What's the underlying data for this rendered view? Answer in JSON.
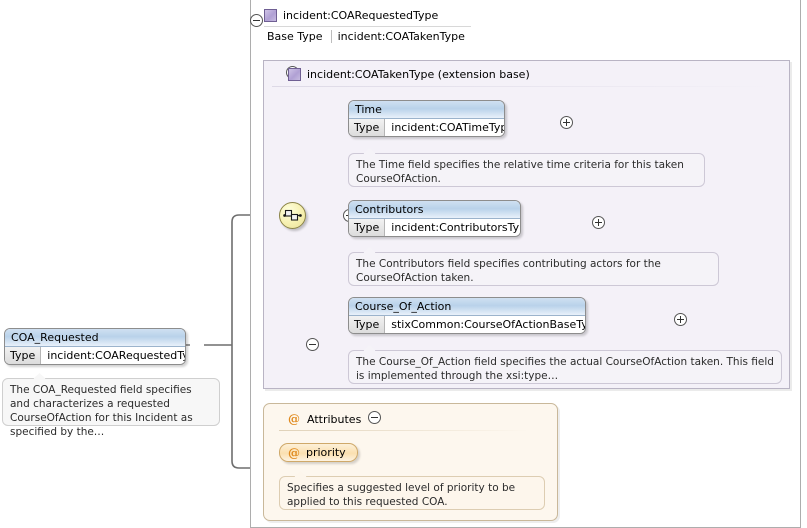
{
  "diagram": {
    "kind": "xsd-schema-tree",
    "root_element": {
      "name": "COA_Requested",
      "type_label": "Type",
      "type_value": "incident:COARequestedType",
      "toggle": "minus",
      "doc": "The COA_Requested field specifies and characterizes a requested CourseOfAction for this Incident as specified by the…"
    },
    "outer_panel": {
      "title": "incident:COARequestedType",
      "icon": "complextype-icon",
      "toggle": "minus",
      "base_type_label": "Base Type",
      "base_type_value": "incident:COATakenType"
    },
    "inner_panel": {
      "title": "incident:COATakenType (extension base)",
      "icon": "complextype-icon",
      "toggle": "minus"
    },
    "compositor": {
      "name": "sequence",
      "toggle": "minus"
    },
    "children": [
      {
        "name": "Time",
        "type_label": "Type",
        "type_value": "incident:COATimeType",
        "toggle": "plus",
        "doc": "The Time field specifies the relative time criteria for this taken CourseOfAction."
      },
      {
        "name": "Contributors",
        "type_label": "Type",
        "type_value": "incident:ContributorsType",
        "toggle": "plus",
        "doc": "The Contributors field specifies contributing actors for the CourseOfAction taken."
      },
      {
        "name": "Course_Of_Action",
        "type_label": "Type",
        "type_value": "stixCommon:CourseOfActionBaseType",
        "toggle": "plus",
        "doc": "The Course_Of_Action field specifies the actual CourseOfAction taken. This field is implemented through the xsi:type…"
      }
    ],
    "attributes_panel": {
      "title": "Attributes",
      "icon": "at-icon",
      "toggle": "minus",
      "items": [
        {
          "name": "priority",
          "icon": "at-icon",
          "doc": "Specifies a suggested level of priority to be applied to this requested COA."
        }
      ]
    },
    "colors": {
      "element_header": "#b9d2ea",
      "complextype_purple": "#b0a0d4",
      "attribute_amber": "#e08a1e",
      "sequence_yellow": "#f6f0b0",
      "inner_panel_bg": "#f4f1f8",
      "attributes_panel_bg": "#fdf7ee",
      "connector": "#6e6e6e"
    }
  }
}
